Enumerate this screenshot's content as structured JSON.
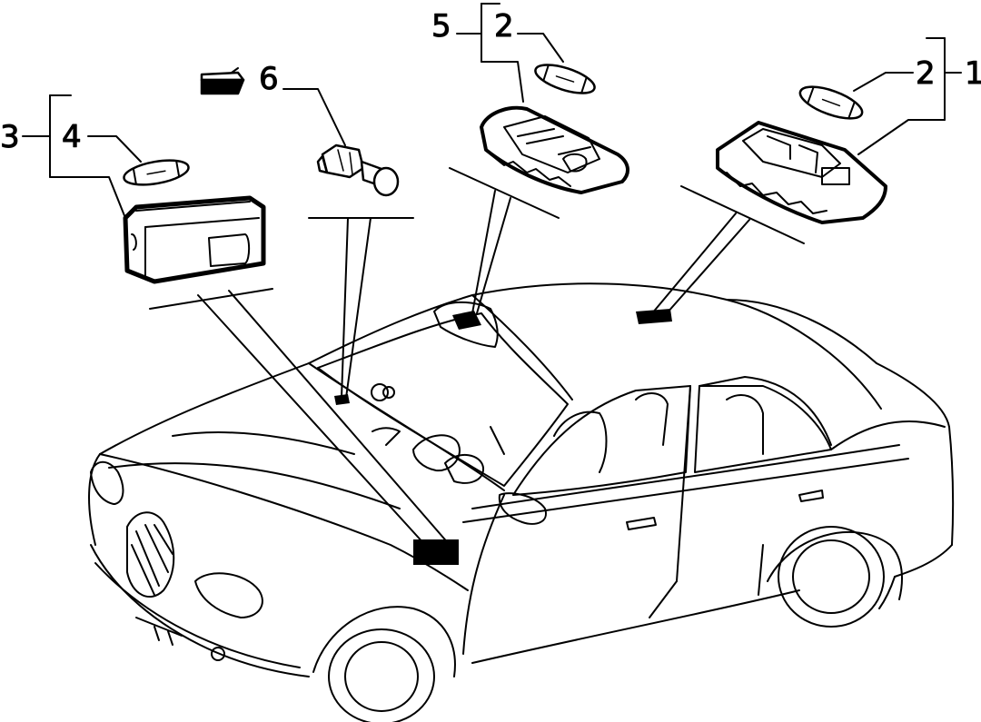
{
  "callouts": {
    "c1": "1",
    "c2a": "2",
    "c2b": "2",
    "c3": "3",
    "c4": "4",
    "c5": "5",
    "c6": "6"
  },
  "colors": {
    "ink": "#000000",
    "paper": "#ffffff"
  },
  "icons": [
    "bulb-icon",
    "lamp-icon",
    "switch-icon",
    "car-icon",
    "battery-symbol-icon"
  ]
}
